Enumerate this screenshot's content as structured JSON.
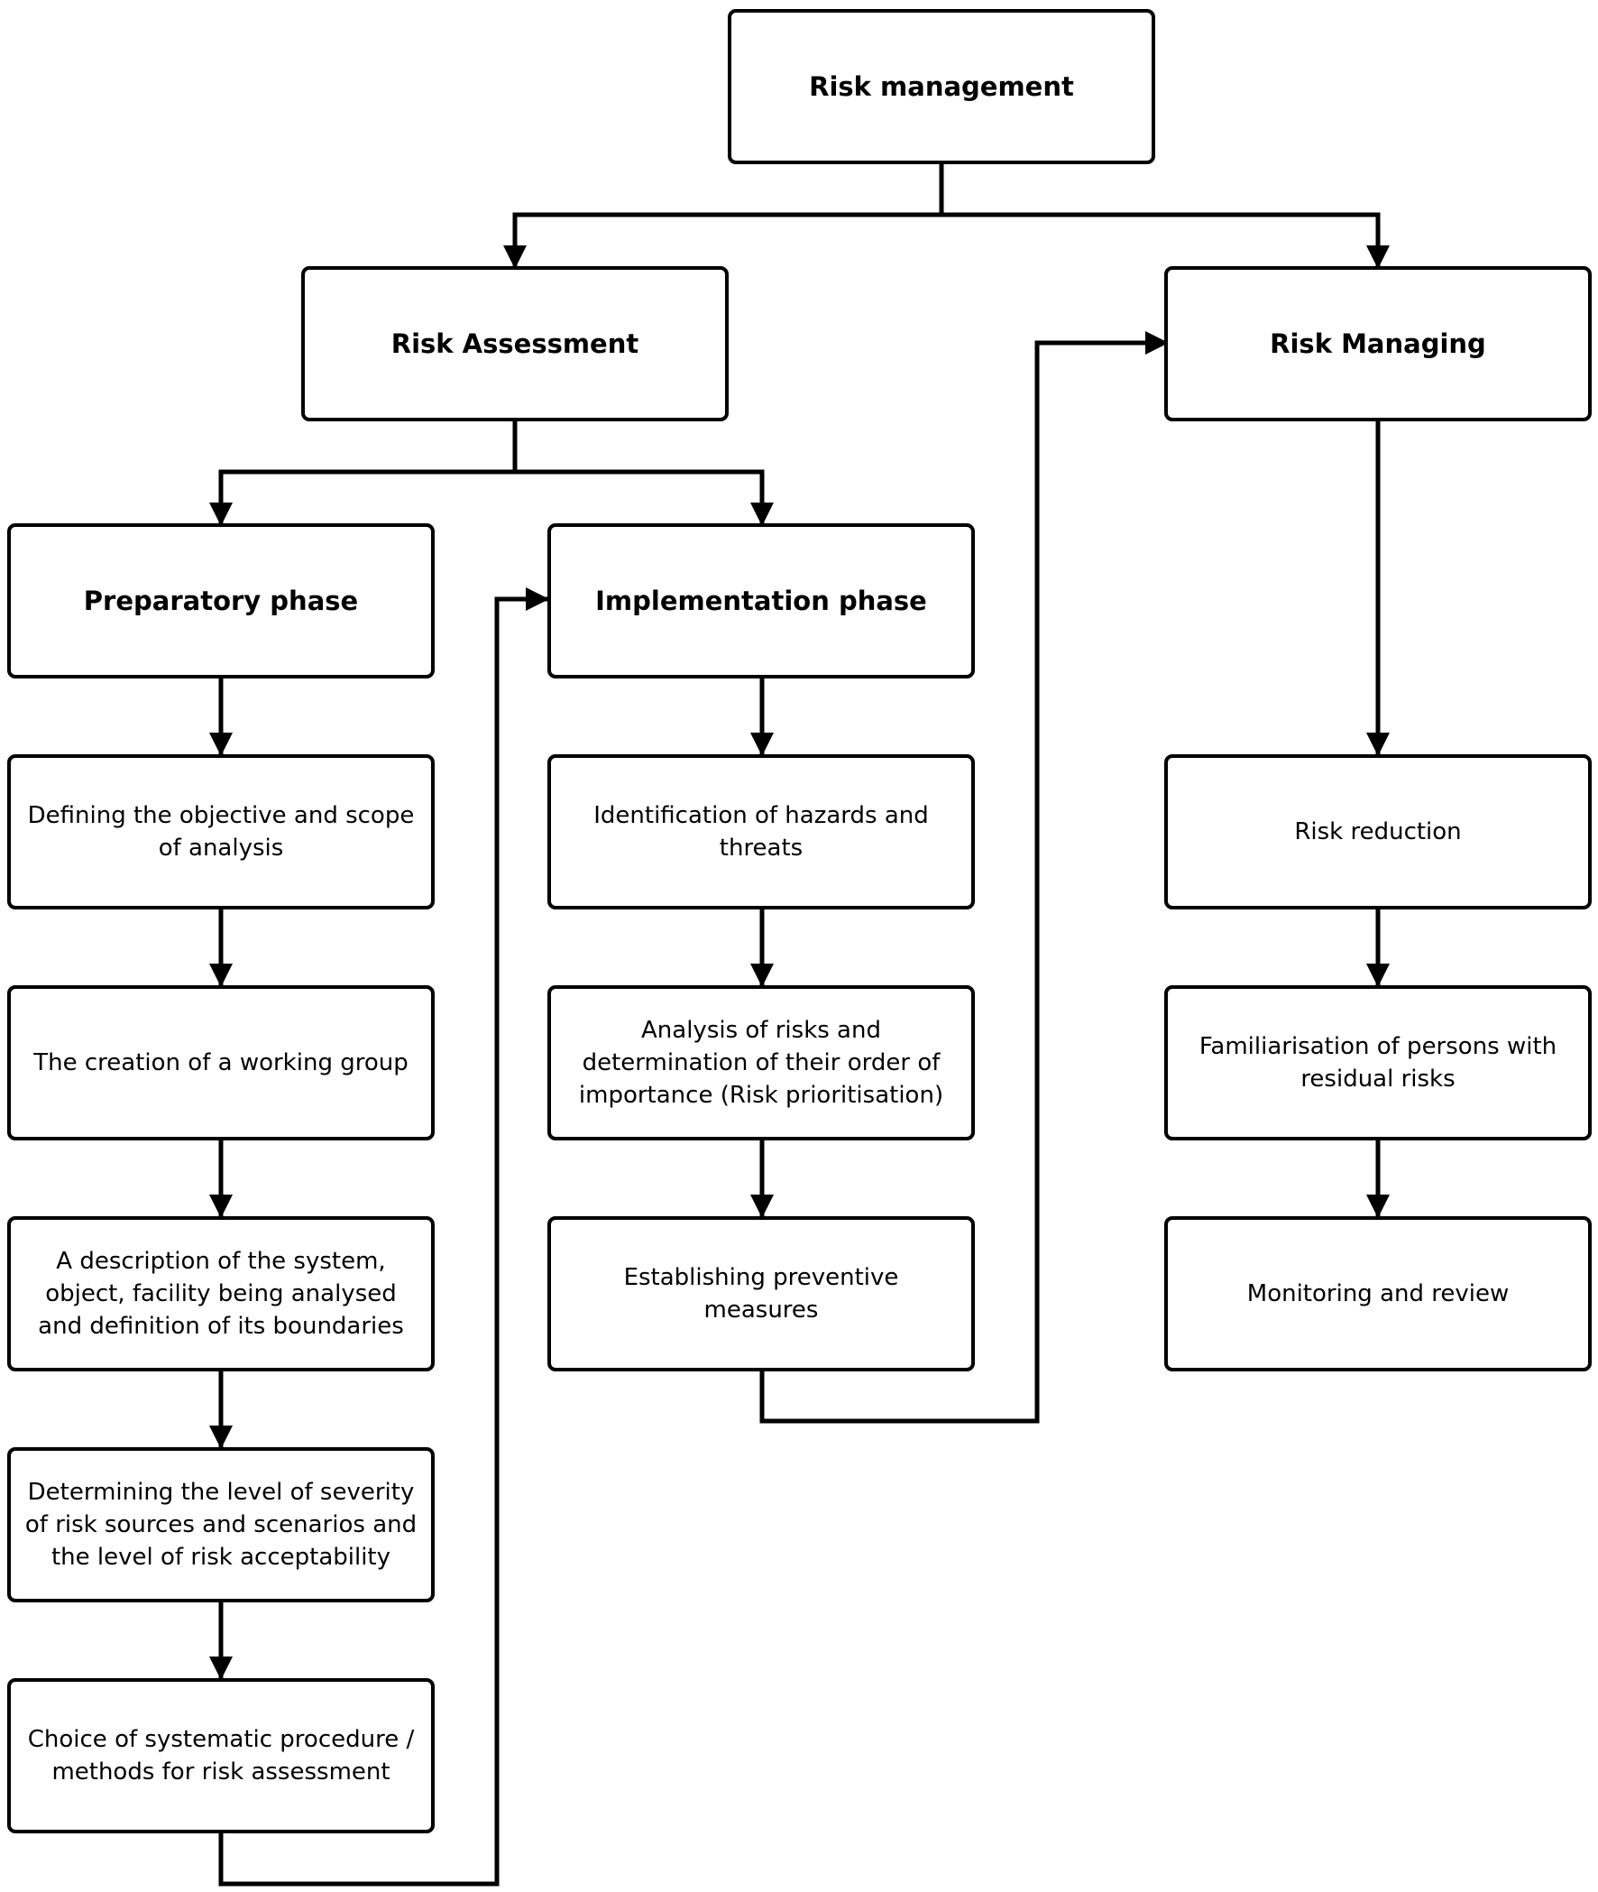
{
  "nodes": {
    "risk_management": "Risk management",
    "risk_assessment": "Risk Assessment",
    "risk_managing": "Risk Managing",
    "preparatory_phase": "Preparatory phase",
    "implementation_phase": "Implementation phase",
    "prep_1": "Defining the objective and scope of analysis",
    "prep_2": "The creation of a working group",
    "prep_3": "A description of the system, object, facility being analysed and definition of its boundaries",
    "prep_4": "Determining the level of severity of risk sources and scenarios and the level of risk acceptability",
    "prep_5": "Choice of systematic procedure / methods for risk assessment",
    "impl_1": "Identification of hazards and threats",
    "impl_2": "Analysis of risks and determination of their order of importance (Risk prioritisation)",
    "impl_3": "Establishing preventive measures",
    "manage_1": "Risk reduction",
    "manage_2": "Familiarisation of persons with residual risks",
    "manage_3": "Monitoring and review"
  },
  "edges": [
    [
      "risk_management",
      "risk_assessment"
    ],
    [
      "risk_management",
      "risk_managing"
    ],
    [
      "risk_assessment",
      "preparatory_phase"
    ],
    [
      "risk_assessment",
      "implementation_phase"
    ],
    [
      "preparatory_phase",
      "prep_1"
    ],
    [
      "prep_1",
      "prep_2"
    ],
    [
      "prep_2",
      "prep_3"
    ],
    [
      "prep_3",
      "prep_4"
    ],
    [
      "prep_4",
      "prep_5"
    ],
    [
      "prep_5",
      "implementation_phase"
    ],
    [
      "implementation_phase",
      "impl_1"
    ],
    [
      "impl_1",
      "impl_2"
    ],
    [
      "impl_2",
      "impl_3"
    ],
    [
      "impl_3",
      "risk_managing"
    ],
    [
      "risk_managing",
      "manage_1"
    ],
    [
      "manage_1",
      "manage_2"
    ],
    [
      "manage_2",
      "manage_3"
    ]
  ]
}
